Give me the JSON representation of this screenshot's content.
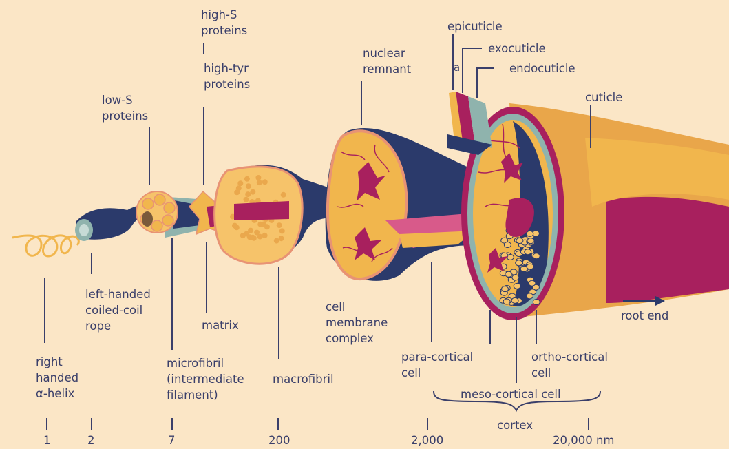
{
  "colors": {
    "background": "#fbe6c6",
    "navy": "#2b3a6b",
    "gold": "#f1b64d",
    "magenta": "#a8205e",
    "salmon": "#e89374",
    "teal": "#8fb3ad",
    "line": "#3a3f6a"
  },
  "labels": {
    "high_s": "high-S\nproteins",
    "high_tyr": "high-tyr\nproteins",
    "low_s": "low-S\nproteins",
    "nuclear": "nuclear\nremnant",
    "epicuticle": "epicuticle",
    "exocuticle": "exocuticle",
    "a": "a",
    "endocuticle": "endocuticle",
    "cuticle": "cuticle",
    "left_handed": "left-handed\ncoiled-coil\nrope",
    "matrix": "matrix",
    "cell_membrane": "cell\nmembrane\ncomplex",
    "root_end": "root end",
    "right_handed": "right\nhanded\nα-helix",
    "microfibril": "microfibril\n(intermediate\nfilament)",
    "macrofibril": "macrofibril",
    "para_cortical": "para-cortical\ncell",
    "ortho_cortical": "ortho-cortical\ncell",
    "meso_cortical": "meso-cortical cell",
    "cortex": "cortex"
  },
  "scale": {
    "ticks": [
      "1",
      "2",
      "7",
      "200",
      "2,000",
      "20,000 nm"
    ]
  }
}
